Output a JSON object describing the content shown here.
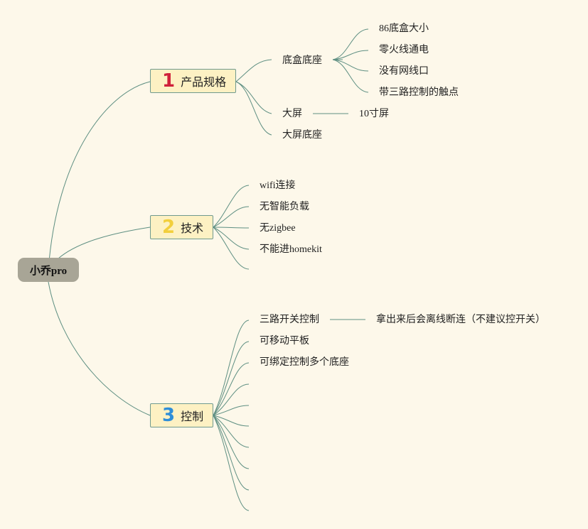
{
  "root": {
    "label": "小乔pro"
  },
  "branches": [
    {
      "number": "1",
      "number_color": "#d0213a",
      "label": "产品规格",
      "children": [
        {
          "label": "底盒底座",
          "children": [
            "86底盒大小",
            "零火线通电",
            "没有网线口",
            "带三路控制的触点"
          ]
        },
        {
          "label": "大屏",
          "children": [
            "10寸屏"
          ]
        },
        {
          "label": "大屏底座"
        }
      ]
    },
    {
      "number": "2",
      "number_color": "#f2cf3c",
      "label": "技术",
      "children": [
        {
          "label": "wifi连接"
        },
        {
          "label": "无智能负载"
        },
        {
          "label": "无zigbee"
        },
        {
          "label": "不能进homekit"
        },
        {
          "label": ""
        }
      ]
    },
    {
      "number": "3",
      "number_color": "#2f8ed8",
      "label": "控制",
      "children": [
        {
          "label": "三路开关控制",
          "children": [
            "拿出来后会离线断连（不建议控开关）"
          ]
        },
        {
          "label": "可移动平板"
        },
        {
          "label": "可绑定控制多个底座"
        },
        {
          "label": ""
        },
        {
          "label": ""
        },
        {
          "label": ""
        },
        {
          "label": ""
        },
        {
          "label": ""
        },
        {
          "label": ""
        }
      ]
    }
  ],
  "colors": {
    "background": "#fdf8ea",
    "connector": "#5e8f82",
    "root_fill": "#a8a596",
    "branch_fill": "#fdf1c3",
    "branch_border": "#6f9a8f"
  }
}
